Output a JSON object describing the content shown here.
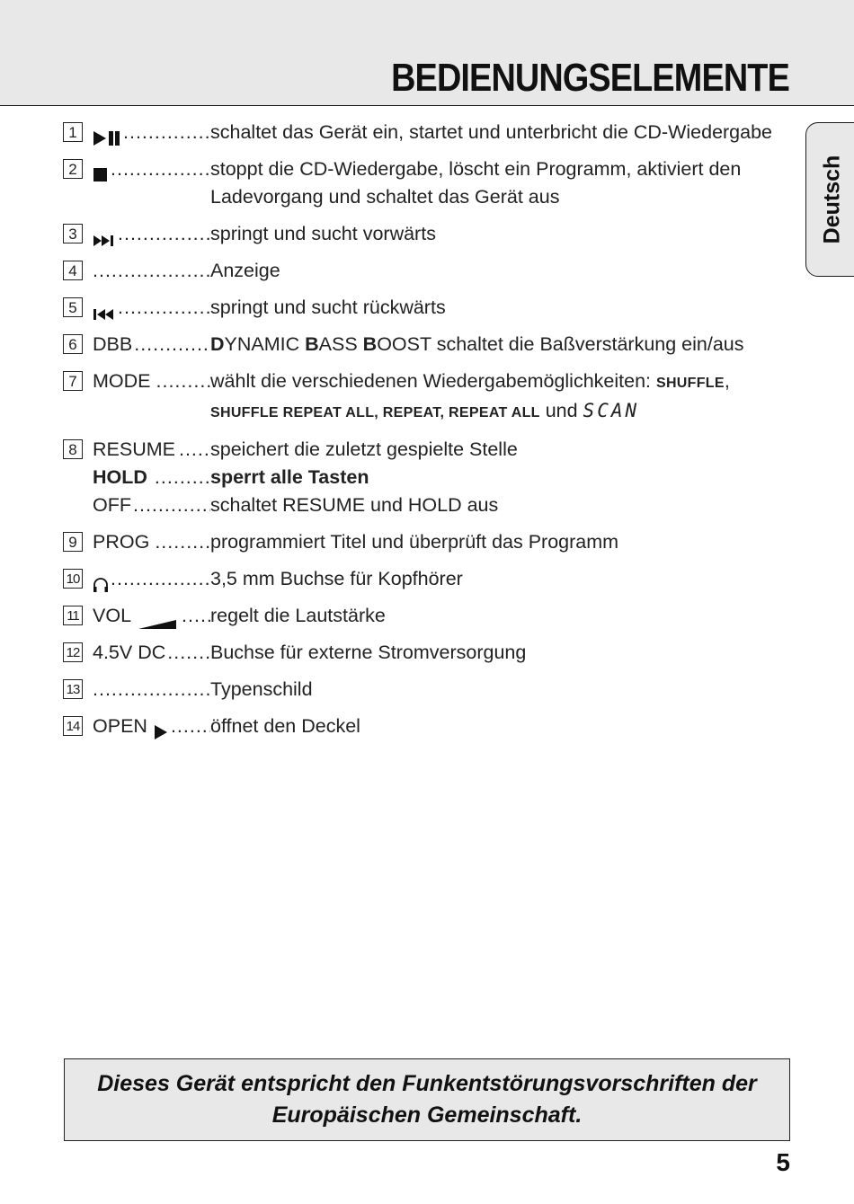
{
  "header": {
    "title": "BEDIENUNGSELEMENTE"
  },
  "side_tab": {
    "label": "Deutsch"
  },
  "controls": [
    {
      "num": "1",
      "icon": "play-pause-icon",
      "desc": "schaltet das Gerät ein, startet und unterbricht die CD-Wiedergabe"
    },
    {
      "num": "2",
      "icon": "stop-icon",
      "desc_l1": "stoppt die CD-Wiedergabe, löscht ein Programm, aktiviert den",
      "desc_l2": "Ladevorgang und schaltet das Gerät aus"
    },
    {
      "num": "3",
      "icon": "skip-forward-icon",
      "desc": "springt und sucht vorwärts"
    },
    {
      "num": "4",
      "desc": "Anzeige"
    },
    {
      "num": "5",
      "icon": "skip-back-icon",
      "desc": "springt und sucht rückwärts"
    },
    {
      "num": "6",
      "label": "DBB",
      "d_cap": "D",
      "d_rest": "YNAMIC ",
      "b_cap": "B",
      "b_rest": "ASS ",
      "o_cap": "B",
      "o_rest": "OOST",
      "desc_tail": " schaltet die Baßverstärkung ein/aus"
    },
    {
      "num": "7",
      "label": "MODE",
      "desc_l1": "wählt die verschiedenen Wiedergabemöglichkeiten: ",
      "mode_1": "SHUFFLE",
      "sep_1": ",",
      "mode_2": "SHUFFLE REPEAT ALL",
      "sep_2": ", ",
      "mode_3": "REPEAT",
      "sep_3": ", ",
      "mode_4": "REPEAT ALL",
      "und": " und ",
      "lcd": "SCAN"
    },
    {
      "num": "8",
      "label": "RESUME",
      "desc": "speichert die zuletzt gespielte Stelle",
      "sub1_label": "HOLD",
      "sub1_desc": "sperrt alle Tasten",
      "sub2_label": "OFF",
      "sub2_desc": "schaltet RESUME und HOLD aus"
    },
    {
      "num": "9",
      "label": "PROG",
      "desc": "programmiert Titel und überprüft das Programm"
    },
    {
      "num": "10",
      "icon": "headphones-icon",
      "desc": "3,5 mm Buchse für Kopfhörer"
    },
    {
      "num": "11",
      "label": "VOL",
      "icon": "volume-wedge-icon",
      "desc": "regelt die Lautstärke"
    },
    {
      "num": "12",
      "label": "4.5V DC",
      "desc": "Buchse für externe Stromversorgung"
    },
    {
      "num": "13",
      "desc": "Typenschild"
    },
    {
      "num": "14",
      "label": "OPEN",
      "icon": "open-arrow-icon",
      "desc": "öffnet den Deckel"
    }
  ],
  "notice": {
    "line1": "Dieses Gerät entspricht den Funkentstörungsvorschriften der",
    "line2": "Europäischen Gemeinschaft."
  },
  "page": {
    "number": "5"
  }
}
